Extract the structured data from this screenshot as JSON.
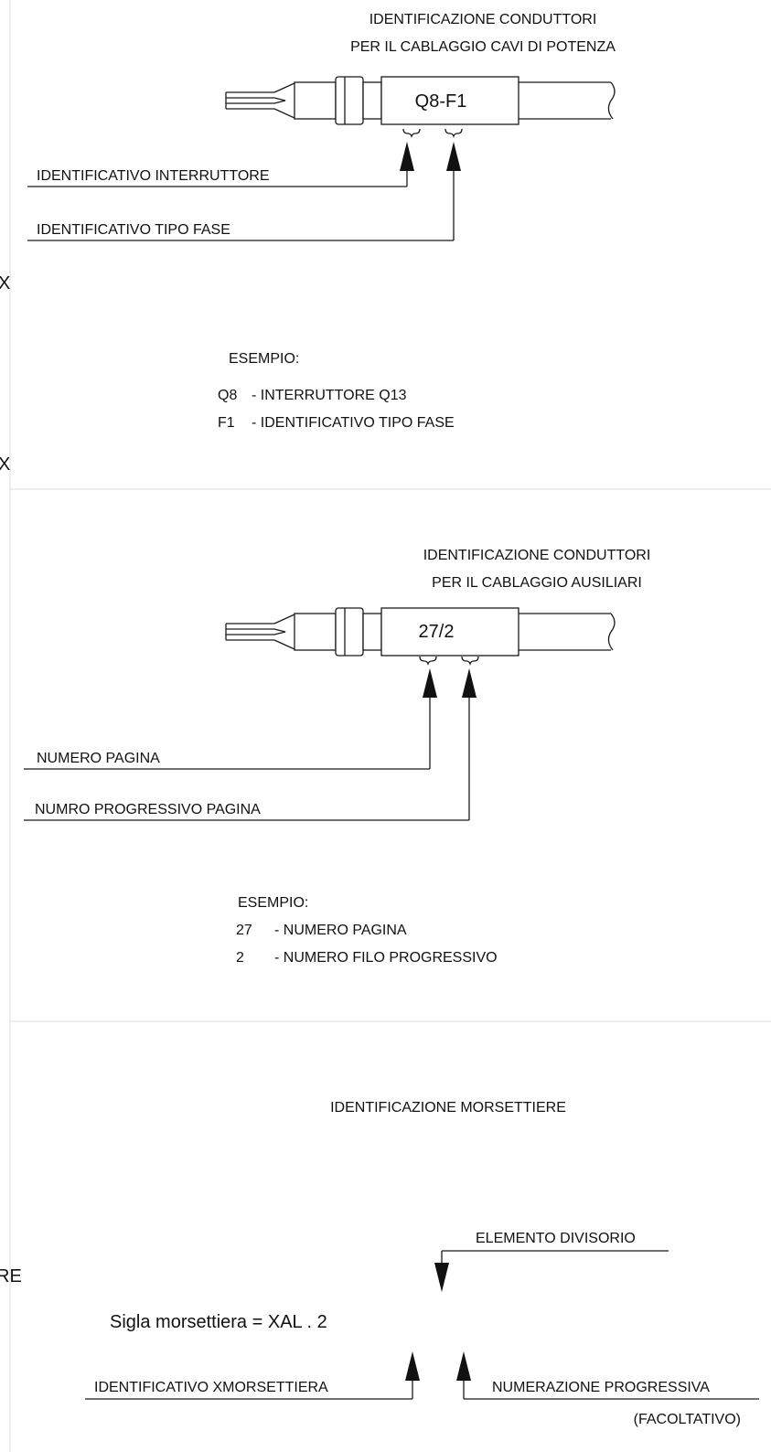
{
  "left_edge": {
    "frag1": "X",
    "frag2": "X",
    "frag3": "RE"
  },
  "section1": {
    "title_line1": "IDENTIFICAZIONE CONDUTTORI",
    "title_line2": "PER IL CABLAGGIO CAVI DI  POTENZA",
    "sleeve_code": "Q8-F1",
    "label_a": "IDENTIFICATIVO INTERRUTTORE",
    "label_b": "IDENTIFICATIVO TIPO FASE",
    "example_heading": "ESEMPIO:",
    "example_rows": [
      {
        "code": "Q8",
        "desc": "- INTERRUTTORE Q13"
      },
      {
        "code": "F1",
        "desc": "- IDENTIFICATIVO TIPO FASE"
      }
    ]
  },
  "section2": {
    "title_line1": "IDENTIFICAZIONE CONDUTTORI",
    "title_line2": "PER IL CABLAGGIO AUSILIARI",
    "sleeve_code": "27/2",
    "label_a": "NUMERO PAGINA",
    "label_b": "NUMRO PROGRESSIVO PAGINA",
    "example_heading": "ESEMPIO:",
    "example_rows": [
      {
        "code": "27",
        "desc": "- NUMERO PAGINA"
      },
      {
        "code": "2",
        "desc": "- NUMERO FILO PROGRESSIVO"
      }
    ]
  },
  "section3": {
    "title": "IDENTIFICAZIONE MORSETTIERE",
    "divider_label": "ELEMENTO DIVISORIO",
    "formula": "Sigla morsettiera = XAL . 2",
    "label_left": "IDENTIFICATIVO XMORSETTIERA",
    "label_right": "NUMERAZIONE PROGRESSIVA",
    "label_right_note": "(FACOLTATIVO)"
  }
}
